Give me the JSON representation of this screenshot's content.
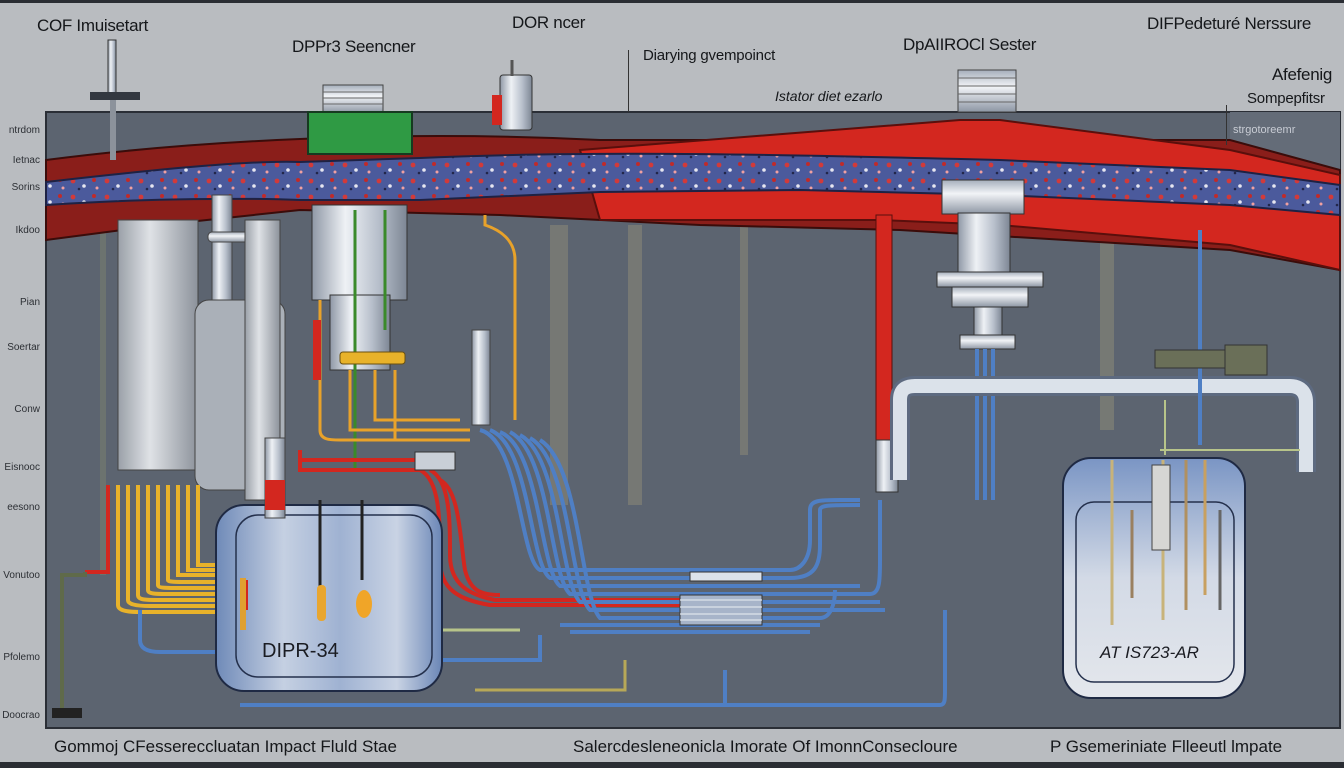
{
  "diagram": {
    "title_labels": {
      "top_left": "COF Imuisetart",
      "sensor_left": "DPPr3 Seencner",
      "top_center": "DOR ncer",
      "center": "Diarying gvempoinct",
      "center_sub": "Istator diet ezarlo",
      "sensor_right": "DpAIIROCl Sester",
      "top_right": "DIFPedeturé Nerssure",
      "right_1": "Afefenig",
      "right_2": "Sompepfitsr",
      "inner_right": "strgotoreemr"
    },
    "side_labels": [
      "ntrdom",
      "Ietnac",
      "Sorins",
      "Ikdoo",
      "Pian",
      "Soertar",
      "Conw",
      "Eisnooc",
      "eesono",
      "Vonutoo",
      "Pfolemo",
      "Doocrao"
    ],
    "tanks": {
      "left_tank_label": "DIPR-34",
      "right_tank_label": "AT IS723-AR"
    },
    "bottom_labels": {
      "left": "Gommoj CFessereccluatan Impact Fluld Stae",
      "center": "Salercdesleneonicla Imorate Of ImonnConsecloure",
      "right": "P Gsemeriniate Flleeutl lmpate"
    },
    "colors": {
      "background": "#b9bcc0",
      "panel": "#5c6470",
      "hot_pipe": "#d52a22",
      "dark_red": "#8a1e1a",
      "fluid_band": "#4a5a9e",
      "cold_pipe": "#4f7fc4",
      "wire_yellow": "#e8b22a",
      "green_cap": "#2f9a44",
      "steel": "#c9d0da"
    }
  }
}
